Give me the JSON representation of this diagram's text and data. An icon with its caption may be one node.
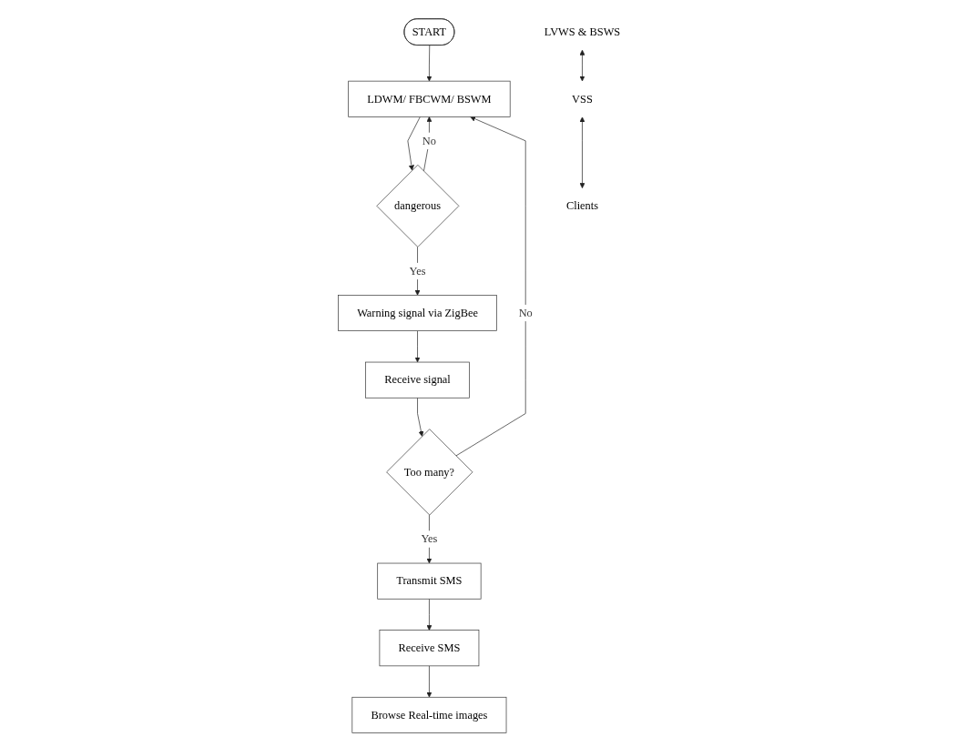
{
  "diagram": {
    "nodes": [
      {
        "text": [
          "START"
        ]
      },
      {
        "text": [
          "LDWM/ FBCWM/ BSWM"
        ]
      },
      {
        "text": [
          "dangerous"
        ]
      },
      {
        "text": [
          "Warning signal via ZigBee"
        ]
      },
      {
        "text": [
          "Receive signal"
        ]
      },
      {
        "text": [
          "Too many?"
        ]
      },
      {
        "text": [
          "Transmit SMS"
        ]
      },
      {
        "text": [
          "Receive SMS"
        ]
      },
      {
        "text": [
          "Browse Real-time images"
        ]
      },
      {
        "text": [
          "LVWS & BSWS"
        ]
      },
      {
        "text": [
          "VSS"
        ]
      },
      {
        "text": [
          "Clients"
        ]
      }
    ],
    "edges": [
      {
        "from": 0,
        "to": 1,
        "arrow": "to"
      },
      {
        "from": 1,
        "to": 2,
        "arrow": "to"
      },
      {
        "from": 2,
        "to": 1,
        "arrow": "to",
        "label": "No"
      },
      {
        "from": 2,
        "to": 3,
        "arrow": "to",
        "label": "Yes"
      },
      {
        "from": 3,
        "to": 4,
        "arrow": "to"
      },
      {
        "from": 4,
        "to": 5,
        "arrow": "to"
      },
      {
        "from": 5,
        "to": 1,
        "arrow": "to",
        "label": "No"
      },
      {
        "from": 5,
        "to": 6,
        "arrow": "to",
        "label": "Yes"
      },
      {
        "from": 6,
        "to": 7,
        "arrow": "to"
      },
      {
        "from": 7,
        "to": 8,
        "arrow": "to"
      },
      {
        "from": 9,
        "to": 10,
        "arrow": "both"
      },
      {
        "from": 10,
        "to": 11,
        "arrow": "both"
      }
    ]
  }
}
